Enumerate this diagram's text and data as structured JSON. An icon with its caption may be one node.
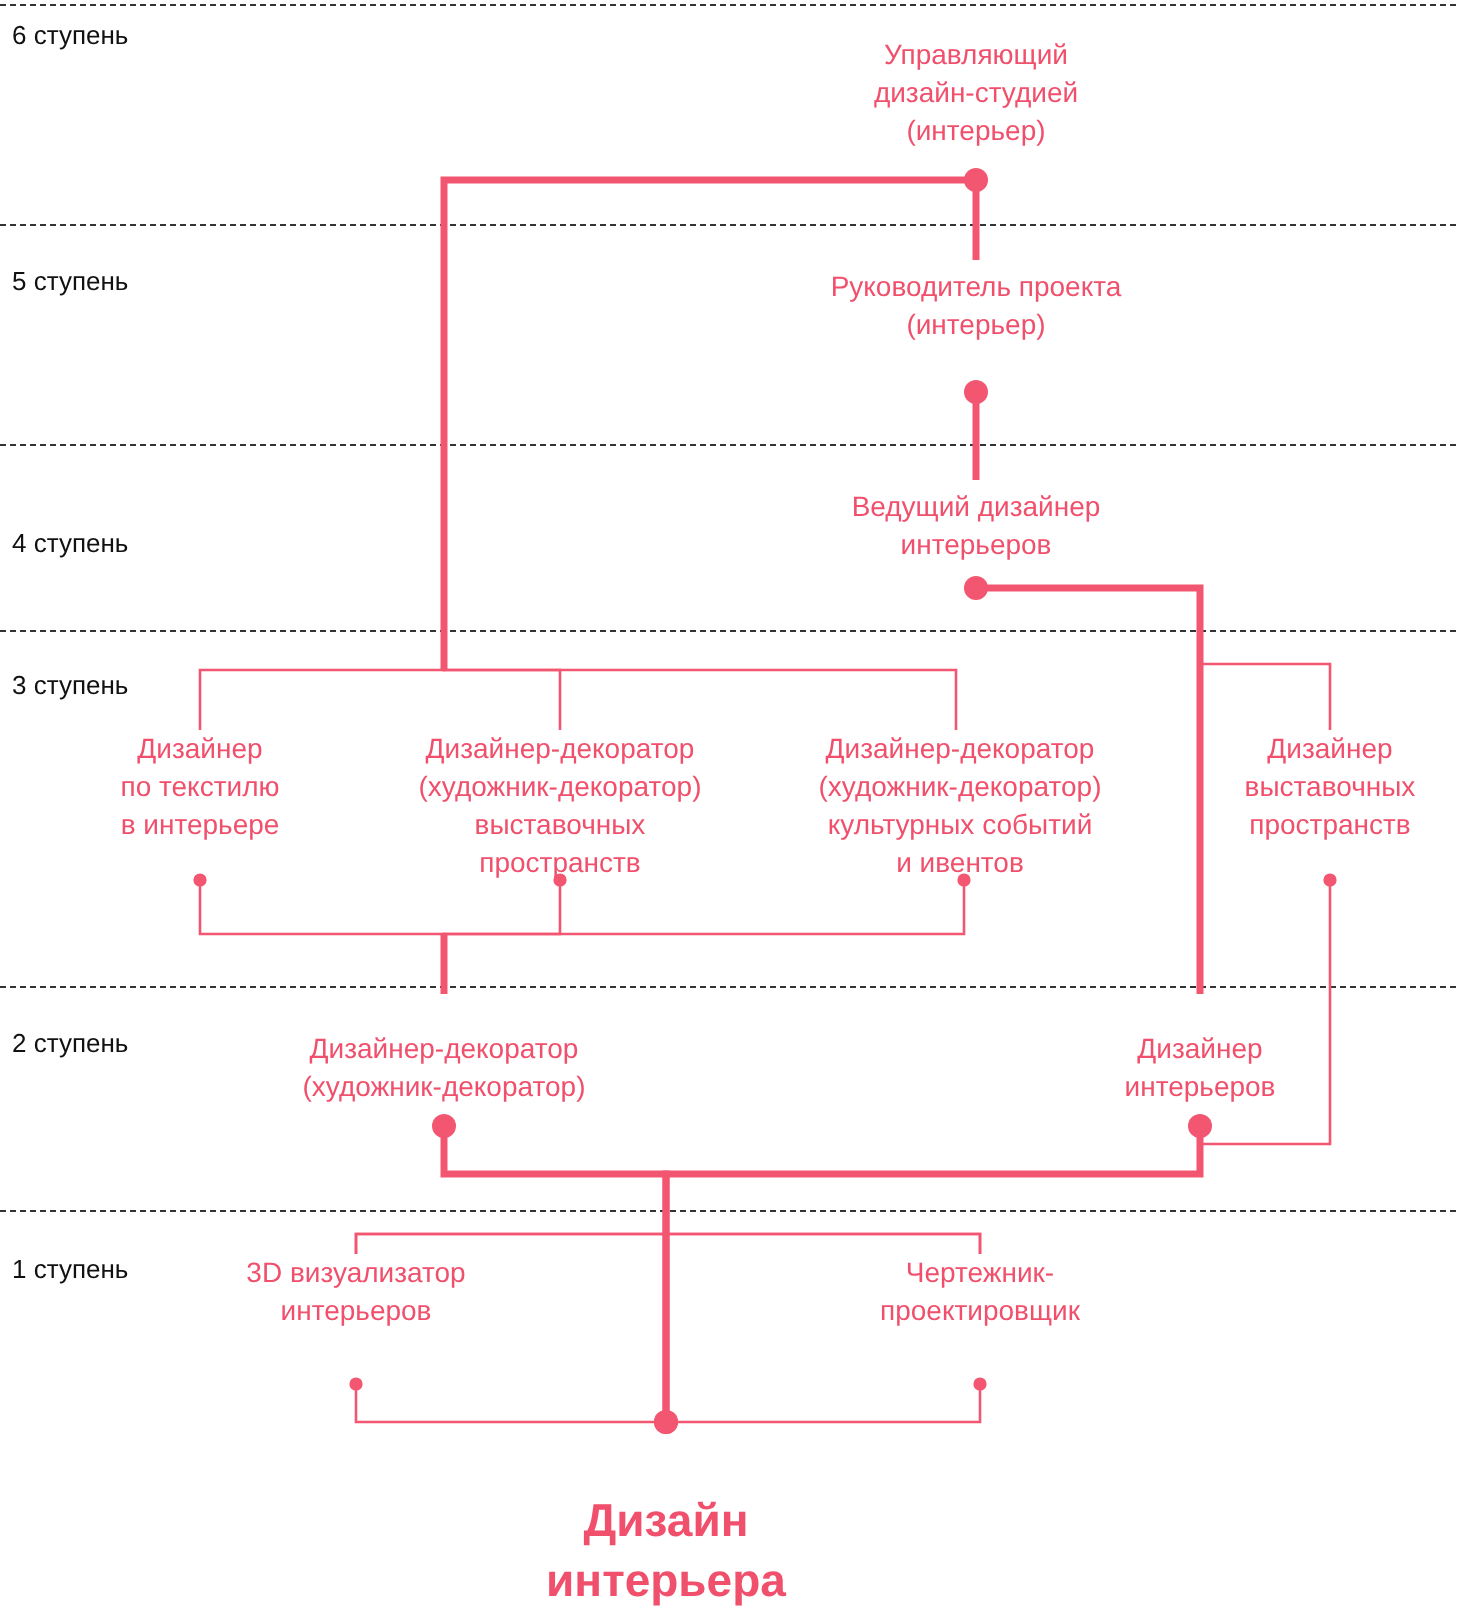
{
  "diagram": {
    "nodes": [
      {
        "text": [
          "Управляющий дизайн-студией (интерьер)"
        ]
      },
      {
        "text": [
          "Руководитель проекта (интерьер)"
        ]
      },
      {
        "text": [
          "Ведущий дизайнер интерьеров"
        ]
      },
      {
        "text": [
          "Дизайнер по текстилю в интерьере"
        ]
      },
      {
        "text": [
          "Дизайнер-декоратор (художник-декоратор) выставочных пространств"
        ]
      },
      {
        "text": [
          "Дизайнер-декоратор (художник-декоратор) культурных событий и ивентов"
        ]
      },
      {
        "text": [
          "Дизайнер выставочных пространств"
        ]
      },
      {
        "text": [
          "Дизайнер-декоратор (художник-декоратор)"
        ]
      },
      {
        "text": [
          "Дизайнер интерьеров"
        ]
      },
      {
        "text": [
          "3D визуализатор интерьеров"
        ]
      },
      {
        "text": [
          "Чертежник-проектировщик"
        ]
      },
      {
        "text": [
          "Дизайн интерьера"
        ]
      }
    ],
    "edges": [
      {
        "from": 11,
        "to": 7,
        "arrow": "other",
        "style": "thick"
      },
      {
        "from": 11,
        "to": 8,
        "arrow": "other",
        "style": "thick"
      },
      {
        "from": 11,
        "to": 9,
        "arrow": "other"
      },
      {
        "from": 11,
        "to": 10,
        "arrow": "other"
      },
      {
        "from": 7,
        "to": 3,
        "arrow": "other"
      },
      {
        "from": 7,
        "to": 4,
        "arrow": "other"
      },
      {
        "from": 7,
        "to": 5,
        "arrow": "other"
      },
      {
        "from": 3,
        "to": 0,
        "arrow": "other"
      },
      {
        "from": 4,
        "to": 0,
        "arrow": "other"
      },
      {
        "from": 5,
        "to": 0,
        "arrow": "other"
      },
      {
        "from": 1,
        "to": 0,
        "arrow": "other",
        "style": "thick"
      },
      {
        "from": 2,
        "to": 1,
        "arrow": "other",
        "style": "thick"
      },
      {
        "from": 8,
        "to": 2,
        "arrow": "other",
        "style": "thick"
      },
      {
        "from": 8,
        "to": 6,
        "arrow": "other"
      },
      {
        "from": 6,
        "to": 2,
        "arrow": "other"
      },
      {
        "from": 9,
        "to": 7,
        "arrow": "other"
      },
      {
        "from": 9,
        "to": 8,
        "arrow": "other"
      },
      {
        "from": 10,
        "to": 7,
        "arrow": "other"
      },
      {
        "from": 10,
        "to": 8,
        "arrow": "other"
      }
    ],
    "labels": [
      "6 ступень",
      "5 ступень",
      "4 ступень",
      "3 ступень",
      "2 ступень",
      "1 ступень"
    ]
  }
}
